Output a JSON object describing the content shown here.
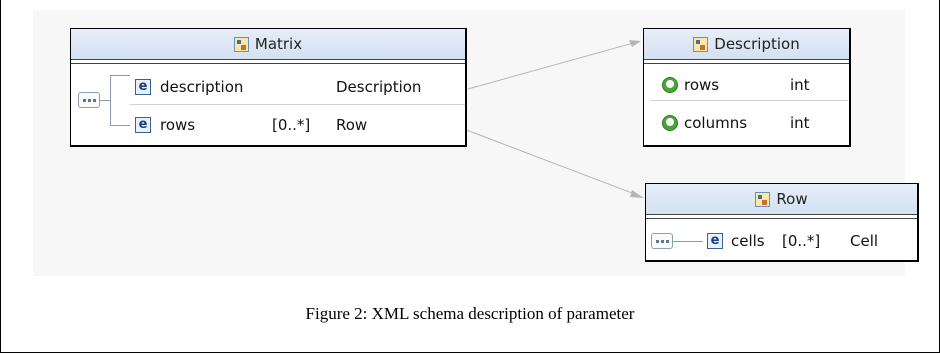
{
  "colors": {
    "canvas": "#f7f7f7",
    "header": "#d4e1f2",
    "link": "#b5b5b5",
    "attribute": "#4aa43c",
    "element": "#3c5f94"
  },
  "matrix": {
    "title": "Matrix",
    "rows": [
      {
        "name": "description",
        "multiplicity": "",
        "type": "Description"
      },
      {
        "name": "rows",
        "multiplicity": "[0..*]",
        "type": "Row"
      }
    ]
  },
  "description": {
    "title": "Description",
    "rows": [
      {
        "name": "rows",
        "type": "int"
      },
      {
        "name": "columns",
        "type": "int"
      }
    ]
  },
  "row": {
    "title": "Row",
    "rows": [
      {
        "name": "cells",
        "multiplicity": "[0..*]",
        "type": "Cell"
      }
    ]
  },
  "icons": {
    "element": "e",
    "element_icon": "element-icon",
    "attribute_icon": "attribute-icon",
    "sequence_icon": "sequence-icon",
    "type_icon": "complex-type-icon"
  },
  "caption": "Figure 2: XML schema description of parameter"
}
